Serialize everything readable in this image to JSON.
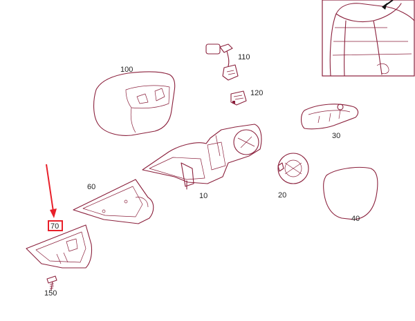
{
  "diagram": {
    "line_color": "#8a1f3b",
    "highlight_color": "#e8202a",
    "callouts": {
      "p100": "100",
      "p110": "110",
      "p120": "120",
      "p30": "30",
      "p60": "60",
      "p10": "10",
      "p20": "20",
      "p40": "40",
      "p70": "70",
      "p150": "150"
    },
    "highlighted_part": "70"
  }
}
